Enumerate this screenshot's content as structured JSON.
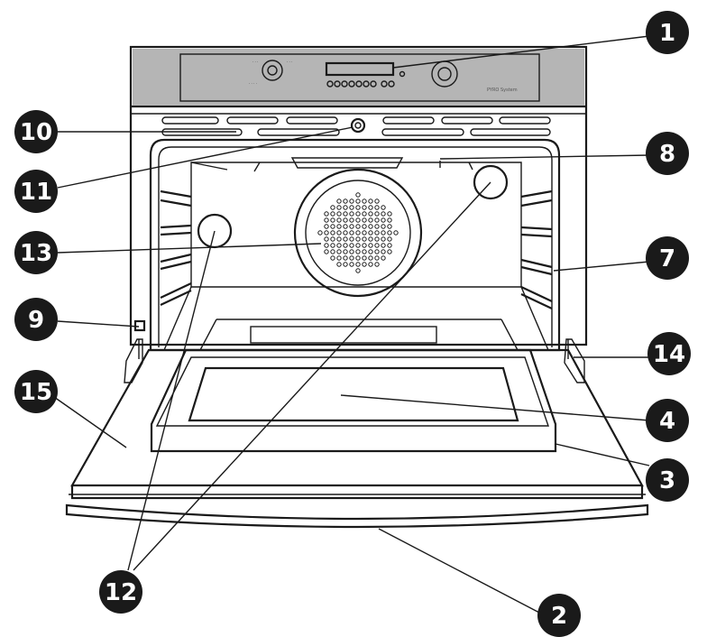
{
  "callouts": [
    {
      "id": "1",
      "label": "1"
    },
    {
      "id": "2",
      "label": "2"
    },
    {
      "id": "3",
      "label": "3"
    },
    {
      "id": "4",
      "label": "4"
    },
    {
      "id": "7",
      "label": "7"
    },
    {
      "id": "8",
      "label": "8"
    },
    {
      "id": "9",
      "label": "9"
    },
    {
      "id": "10",
      "label": "10"
    },
    {
      "id": "11",
      "label": "11"
    },
    {
      "id": "12",
      "label": "12"
    },
    {
      "id": "13",
      "label": "13"
    },
    {
      "id": "14",
      "label": "14"
    },
    {
      "id": "15",
      "label": "15"
    }
  ],
  "control_panel": {
    "brand_text": "PYRO System"
  },
  "colors": {
    "line": "#1a1a1a",
    "panel_gray": "#b5b5b5",
    "callout_fill": "#1a1a1a"
  }
}
